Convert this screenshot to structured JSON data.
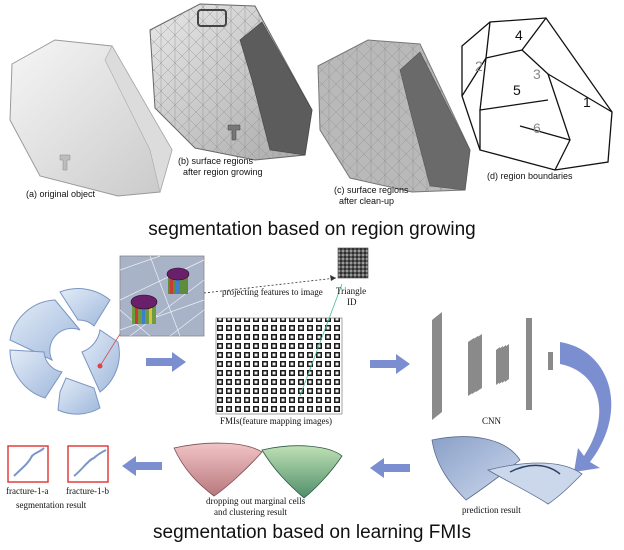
{
  "top": {
    "captions": {
      "a": "(a) original object",
      "b": [
        "(b) surface regions",
        "after region growing"
      ],
      "c": [
        "(c) surface regions",
        "after clean-up"
      ],
      "d": "(d) region boundaries"
    },
    "region_labels": [
      "1",
      "2",
      "3",
      "4",
      "5",
      "6"
    ],
    "section_title": "segmentation based on region growing"
  },
  "bottom": {
    "projecting_label": "projecting features to image",
    "triangle_id_label": [
      "Triangle",
      "ID"
    ],
    "fmi_label": "FMIs(feature mapping images)",
    "cnn_label": "CNN",
    "prediction_label": "prediction result",
    "dropping_label": [
      "dropping out marginal cells",
      "and clustering  result"
    ],
    "fracture_labels": [
      "fracture-1-a",
      "fracture-1-b"
    ],
    "segmentation_result_label": "segmentation result",
    "section_title": "segmentation based on learning FMIs"
  },
  "colors": {
    "arrow": "#7b8fd0",
    "fragment_blue": "#b8cde8",
    "fracture_box": "#e03030",
    "pink_region": "#d9959a",
    "green_region": "#7fb07a"
  }
}
